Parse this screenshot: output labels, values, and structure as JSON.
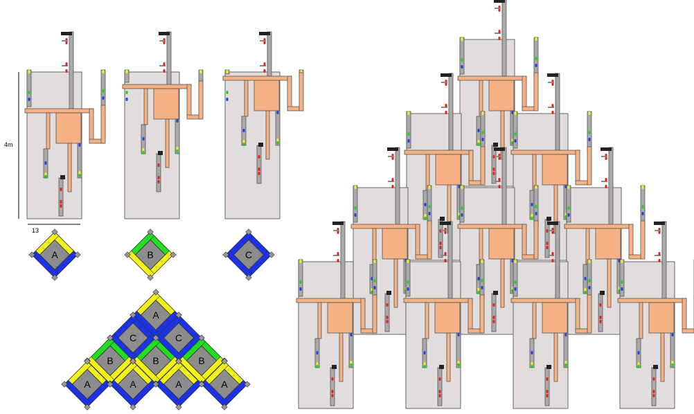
{
  "labels": {
    "height_label": "4m",
    "width_label": "13"
  },
  "tiles": {
    "a": {
      "label": "A",
      "colors": [
        "#f2f21a",
        "#f2f21a",
        "#1a33e6",
        "#1a33e6"
      ]
    },
    "b": {
      "label": "B",
      "colors": [
        "#22dd22",
        "#22dd22",
        "#f2f21a",
        "#f2f21a"
      ]
    },
    "c": {
      "label": "C",
      "colors": [
        "#1a33e6",
        "#1a33e6",
        "#1a33e6",
        "#1a33e6"
      ]
    }
  },
  "tiling_labels": [
    "A",
    "C",
    "C",
    "B",
    "B",
    "B",
    "A",
    "A",
    "A",
    "A"
  ],
  "colors": {
    "block_fill": "#e2dcdc",
    "pipe_orange": "#f5b183",
    "pipe_grey": "#a9a9a9",
    "pin_red": "#e02020",
    "pin_yellow": "#f0f020",
    "pin_green": "#20d020",
    "pin_blue": "#2040e0",
    "connector_black": "#222222",
    "tile_grey": "#8c8c8c"
  },
  "modules": [
    "A",
    "B",
    "C"
  ]
}
